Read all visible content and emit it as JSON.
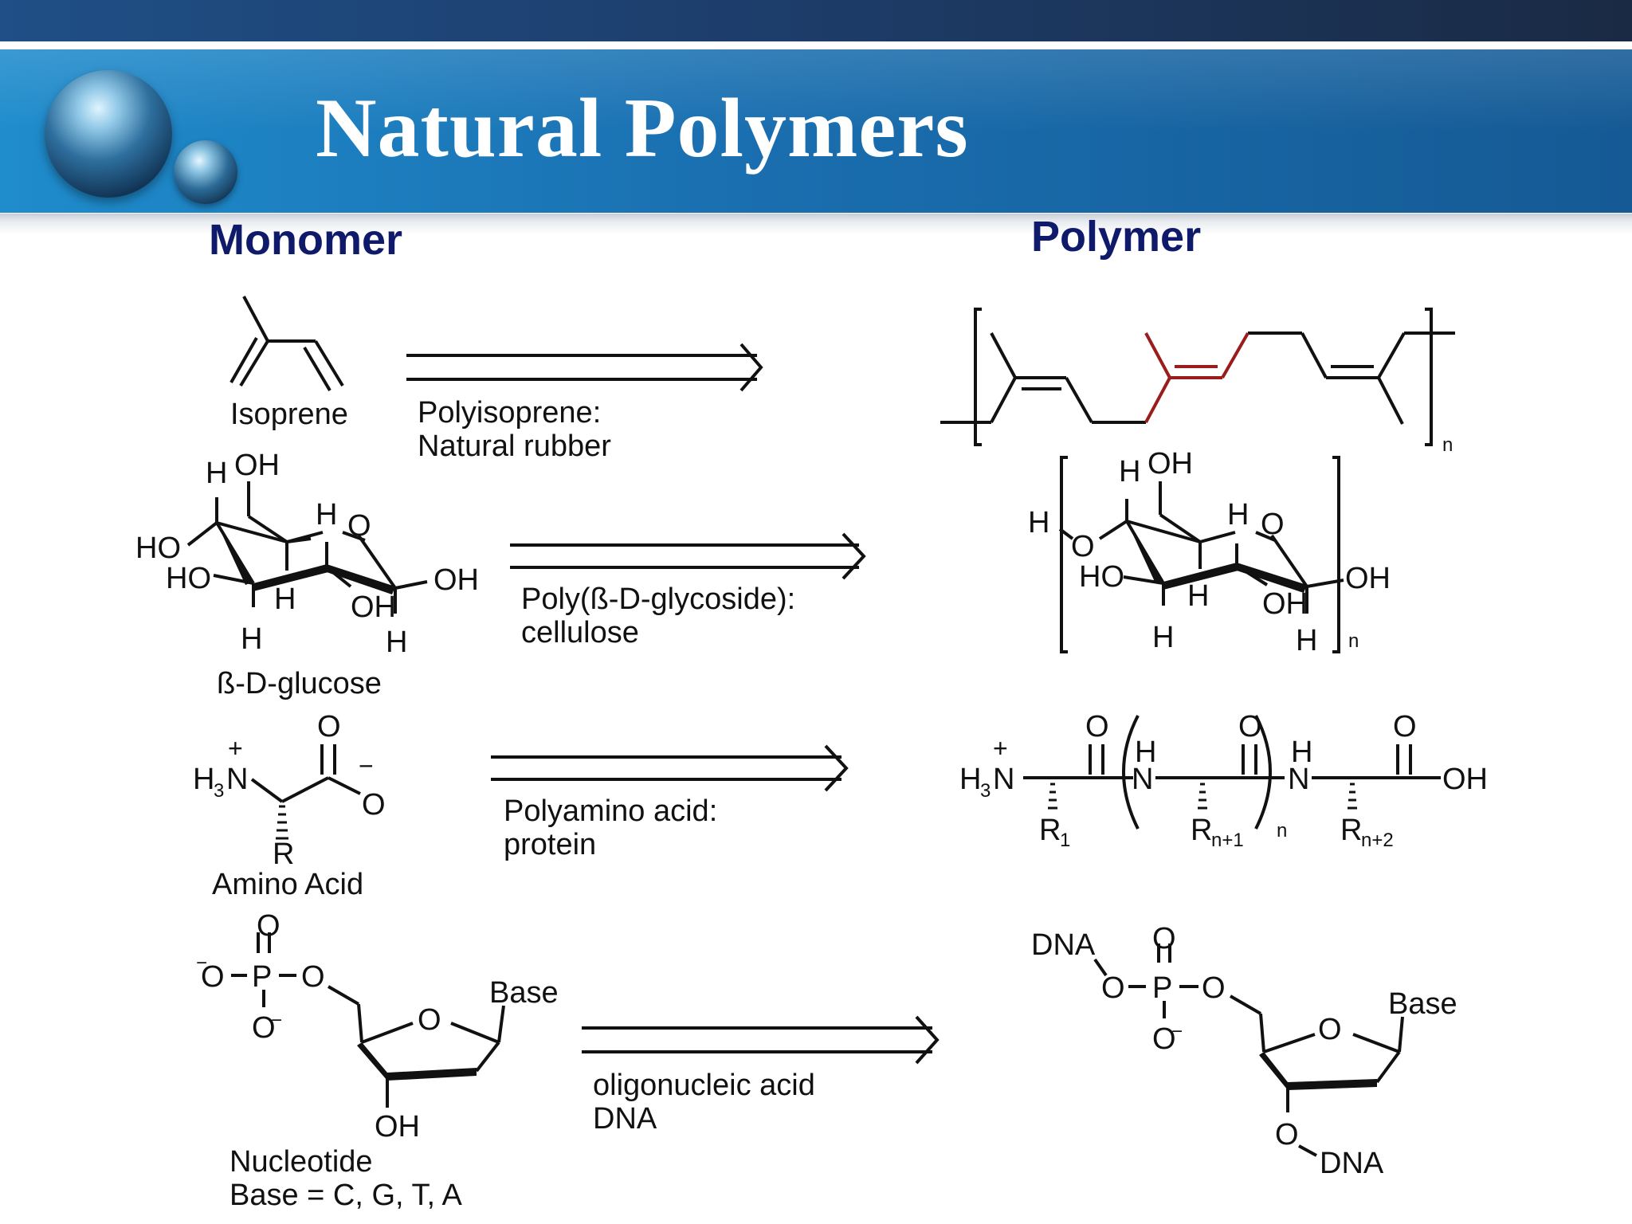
{
  "slide": {
    "title": "Natural Polymers"
  },
  "headers": {
    "monomer": "Monomer",
    "polymer": "Polymer"
  },
  "rows": [
    {
      "monomer_label": "Isoprene",
      "arrow_label": [
        "Polyisoprene:",
        "Natural rubber"
      ],
      "polymer_subscript": "n"
    },
    {
      "monomer_label": "ß-D-glucose",
      "arrow_label": [
        "Poly(ß-D-glycoside):",
        "cellulose"
      ],
      "polymer_subscript": "n"
    },
    {
      "monomer_label": "Amino Acid",
      "arrow_label": [
        "Polyamino acid:",
        "protein"
      ],
      "polymer_subscript": "n"
    },
    {
      "monomer_label": [
        "Nucleotide",
        "Base = C, G, T, A"
      ],
      "arrow_label": [
        "oligonucleic acid",
        "DNA"
      ]
    }
  ],
  "atoms": {
    "H": "H",
    "OH": "OH",
    "HO": "HO",
    "O": "O",
    "N": "N",
    "P": "P",
    "R": "R",
    "R1": "R",
    "Rn1": "R",
    "Rn2": "R",
    "sub1": "1",
    "subn1": "n+1",
    "subn2": "n+2",
    "sub3": "3",
    "base": "Base",
    "dna": "DNA",
    "plus": "+",
    "minus": "−"
  },
  "colors": {
    "band": "#1a6fb0",
    "header_text": "#101a6a",
    "highlight_bond": "#9b1c1c"
  }
}
